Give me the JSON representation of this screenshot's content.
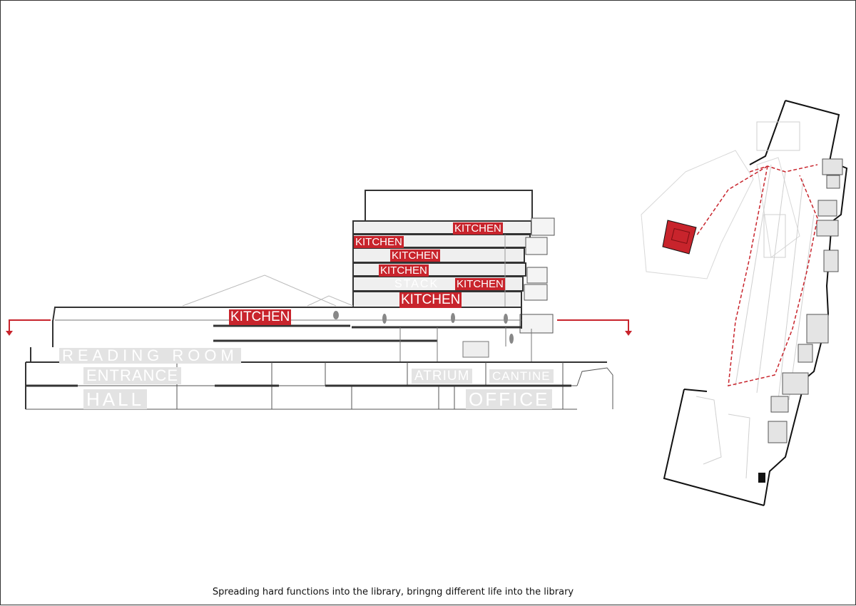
{
  "section": {
    "kitchen_labels": [
      "KITCHEN",
      "KITCHEN",
      "KITCHEN",
      "KITCHEN",
      "KITCHEN",
      "KITCHEN",
      "KITCHEN"
    ],
    "stack_label": "STACK",
    "reading_room_label": "READING ROOM",
    "entrance_label": "ENTRANCE",
    "hall_label": "HALL",
    "atrium_label": "ATRIUM",
    "cantine_label": "CANTINE",
    "office_label": "OFFICE"
  },
  "colors": {
    "accent_red": "#c8242c",
    "line_dark": "#333333",
    "ghost_gray": "#e3e3e3"
  },
  "caption": "Spreading hard functions into the library, bringng different life into the library"
}
